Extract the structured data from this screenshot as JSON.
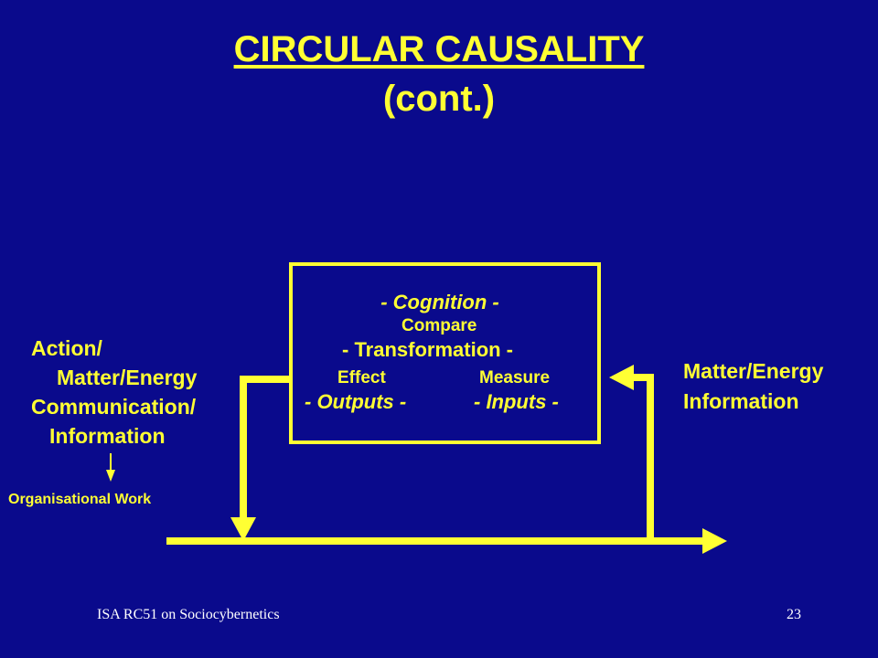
{
  "slide": {
    "title": "CIRCULAR CAUSALITY",
    "subtitle": "(cont.)",
    "box": {
      "cognition": "- Cognition -",
      "compare": "Compare",
      "transformation": "- Transformation -",
      "effect": "Effect",
      "measure": "Measure",
      "outputs": "- Outputs -",
      "inputs": "- Inputs -"
    },
    "left": {
      "line1": "Action/",
      "line2": "Matter/Energy",
      "line3": "Communication/",
      "line4": "Information",
      "work": "Organisational Work"
    },
    "right": {
      "line1": "Matter/Energy",
      "line2": "Information"
    },
    "footer": {
      "left": "ISA RC51 on Sociocybernetics",
      "page": "23"
    },
    "colors": {
      "background": "#0a0a8c",
      "accent": "#ffff33",
      "footer_text": "#ffffff"
    }
  }
}
